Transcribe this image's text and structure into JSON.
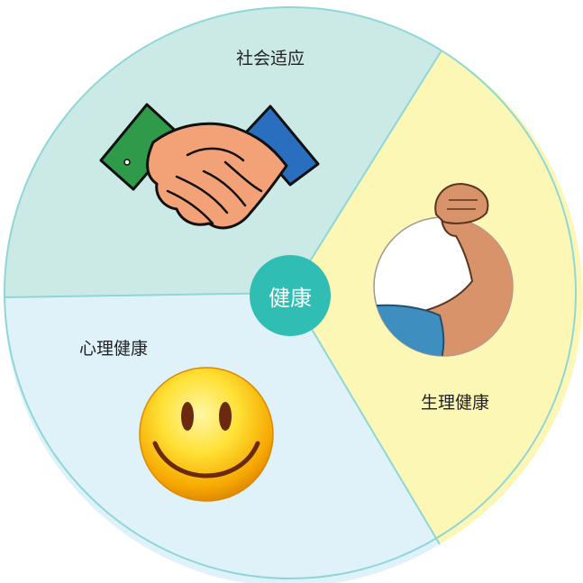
{
  "center": {
    "label": "健康"
  },
  "sectors": [
    {
      "label": "社会适应",
      "icon": "handshake-icon",
      "color": "#cbeae6"
    },
    {
      "label": "生理健康",
      "icon": "flexed-arm-icon",
      "color": "#fdf7b6"
    },
    {
      "label": "心理健康",
      "icon": "smiley-face-icon",
      "color": "#dff2f9"
    }
  ],
  "colors": {
    "center": "#2fbdb4",
    "border": "#8fd6d6"
  }
}
